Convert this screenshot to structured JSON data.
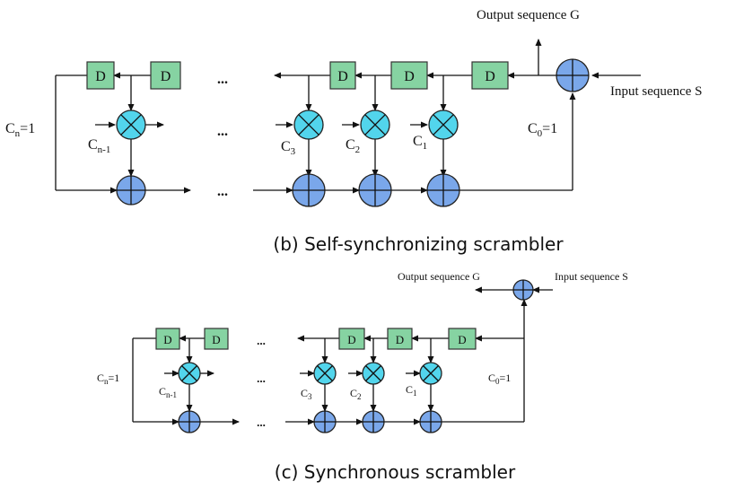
{
  "diagram_b": {
    "caption": "(b) Self-synchronizing scrambler",
    "output_label": "Output sequence G",
    "input_label": "Input sequence S",
    "delay_label": "D",
    "ellipsis": "...",
    "cn_label": {
      "main": "C",
      "sub": "n",
      "tail": "=1"
    },
    "c0_label": {
      "main": "C",
      "sub": "0",
      "tail": "=1"
    },
    "cn1_label": {
      "main": "C",
      "sub": "n-1"
    },
    "c3_label": {
      "main": "C",
      "sub": "3"
    },
    "c2_label": {
      "main": "C",
      "sub": "2"
    },
    "c1_label": {
      "main": "C",
      "sub": "1"
    }
  },
  "diagram_c": {
    "caption": "(c) Synchronous scrambler",
    "output_label": "Output sequence G",
    "input_label": "Input sequence S",
    "delay_label": "D",
    "ellipsis": "...",
    "cn_label": {
      "main": "C",
      "sub": "n",
      "tail": "=1"
    },
    "c0_label": {
      "main": "C",
      "sub": "0",
      "tail": "=1"
    },
    "cn1_label": {
      "main": "C",
      "sub": "n-1"
    },
    "c3_label": {
      "main": "C",
      "sub": "3"
    },
    "c2_label": {
      "main": "C",
      "sub": "2"
    },
    "c1_label": {
      "main": "C",
      "sub": "1"
    }
  },
  "colors": {
    "delay_fill": "#86d3a2",
    "xor_fill": "#7aa7ea",
    "multiplier_fill": "#52d5ec"
  }
}
